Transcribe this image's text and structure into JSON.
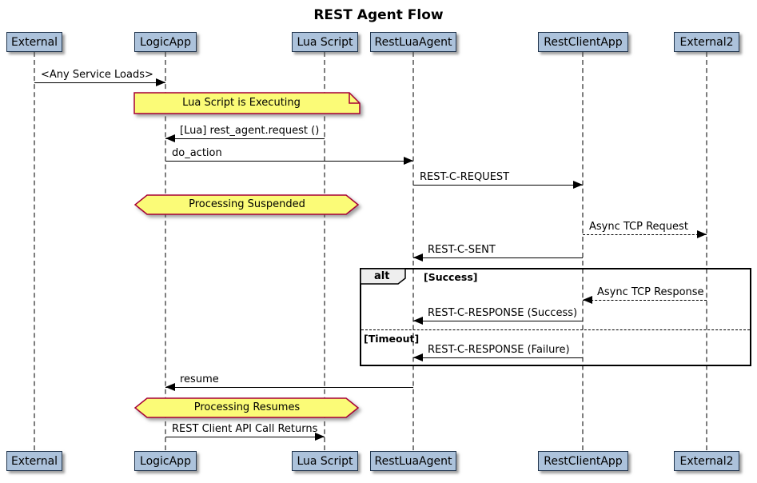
{
  "title": "REST Agent Flow",
  "participants": [
    {
      "label": "External"
    },
    {
      "label": "LogicApp"
    },
    {
      "label": "Lua Script"
    },
    {
      "label": "RestLuaAgent"
    },
    {
      "label": "RestClientApp"
    },
    {
      "label": "External2"
    }
  ],
  "messages": [
    {
      "label": "<Any Service Loads>",
      "from": "External",
      "to": "LogicApp",
      "line": "solid"
    },
    {
      "label": "[Lua] rest_agent.request ()",
      "from": "Lua Script",
      "to": "LogicApp",
      "line": "solid"
    },
    {
      "label": "do_action",
      "from": "LogicApp",
      "to": "RestLuaAgent",
      "line": "solid"
    },
    {
      "label": "REST-C-REQUEST",
      "from": "RestLuaAgent",
      "to": "RestClientApp",
      "line": "solid"
    },
    {
      "label": "Async TCP Request",
      "from": "RestClientApp",
      "to": "External2",
      "line": "dashed"
    },
    {
      "label": "REST-C-SENT",
      "from": "RestClientApp",
      "to": "RestLuaAgent",
      "line": "solid"
    },
    {
      "label": "Async TCP Response",
      "from": "External2",
      "to": "RestClientApp",
      "line": "dashed"
    },
    {
      "label": "REST-C-RESPONSE (Success)",
      "from": "RestClientApp",
      "to": "RestLuaAgent",
      "line": "solid"
    },
    {
      "label": "REST-C-RESPONSE (Failure)",
      "from": "RestClientApp",
      "to": "RestLuaAgent",
      "line": "solid"
    },
    {
      "label": "resume",
      "from": "RestLuaAgent",
      "to": "LogicApp",
      "line": "solid"
    },
    {
      "label": "REST Client API Call Returns",
      "from": "LogicApp",
      "to": "Lua Script",
      "line": "solid"
    }
  ],
  "notes": {
    "executing": "Lua Script is Executing",
    "suspended": "Processing Suspended",
    "resumes": "Processing Resumes"
  },
  "alt": {
    "operator": "alt",
    "guard_success": "[Success]",
    "guard_timeout": "[Timeout]"
  },
  "colors": {
    "participant_fill": "#ACC2DB",
    "participant_border": "#22364E",
    "note_fill": "#FBFB77",
    "note_border": "#A80036",
    "alt_header_fill": "#EEEEEE",
    "frame_border": "#000000",
    "message_line": "#000000",
    "lifeline": "#7D7D7D"
  }
}
